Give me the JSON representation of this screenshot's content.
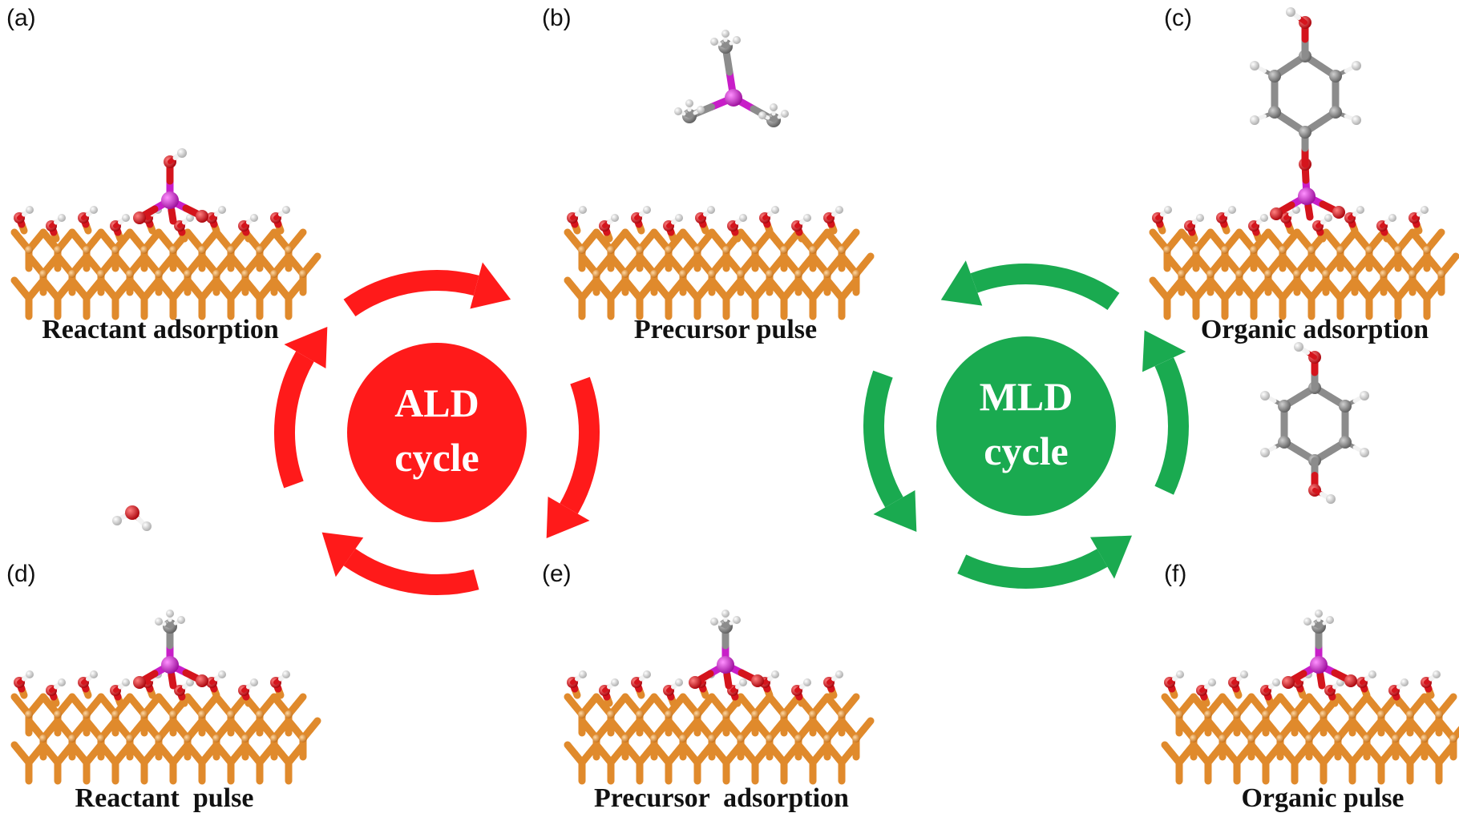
{
  "panels": [
    {
      "letter": "(a)",
      "caption": "Reactant adsorption"
    },
    {
      "letter": "(b)",
      "caption": "Precursor pulse"
    },
    {
      "letter": "(c)",
      "caption": "Organic adsorption"
    },
    {
      "letter": "(d)",
      "caption": "Reactant  pulse"
    },
    {
      "letter": "(e)",
      "caption": "Precursor  adsorption"
    },
    {
      "letter": "(f)",
      "caption": "Organic pulse"
    }
  ],
  "ald_cycle": {
    "line1": "ALD",
    "line2": "cycle",
    "color": "#ff1a1a"
  },
  "mld_cycle": {
    "line1": "MLD",
    "line2": "cycle",
    "color": "#1aaa50"
  },
  "atom_colors": {
    "substrate": "#e08a2c",
    "oxygen": "#d4141c",
    "hydrogen": "#f2f2f2",
    "metal": "#c81ec8",
    "carbon": "#8c8c8c"
  }
}
